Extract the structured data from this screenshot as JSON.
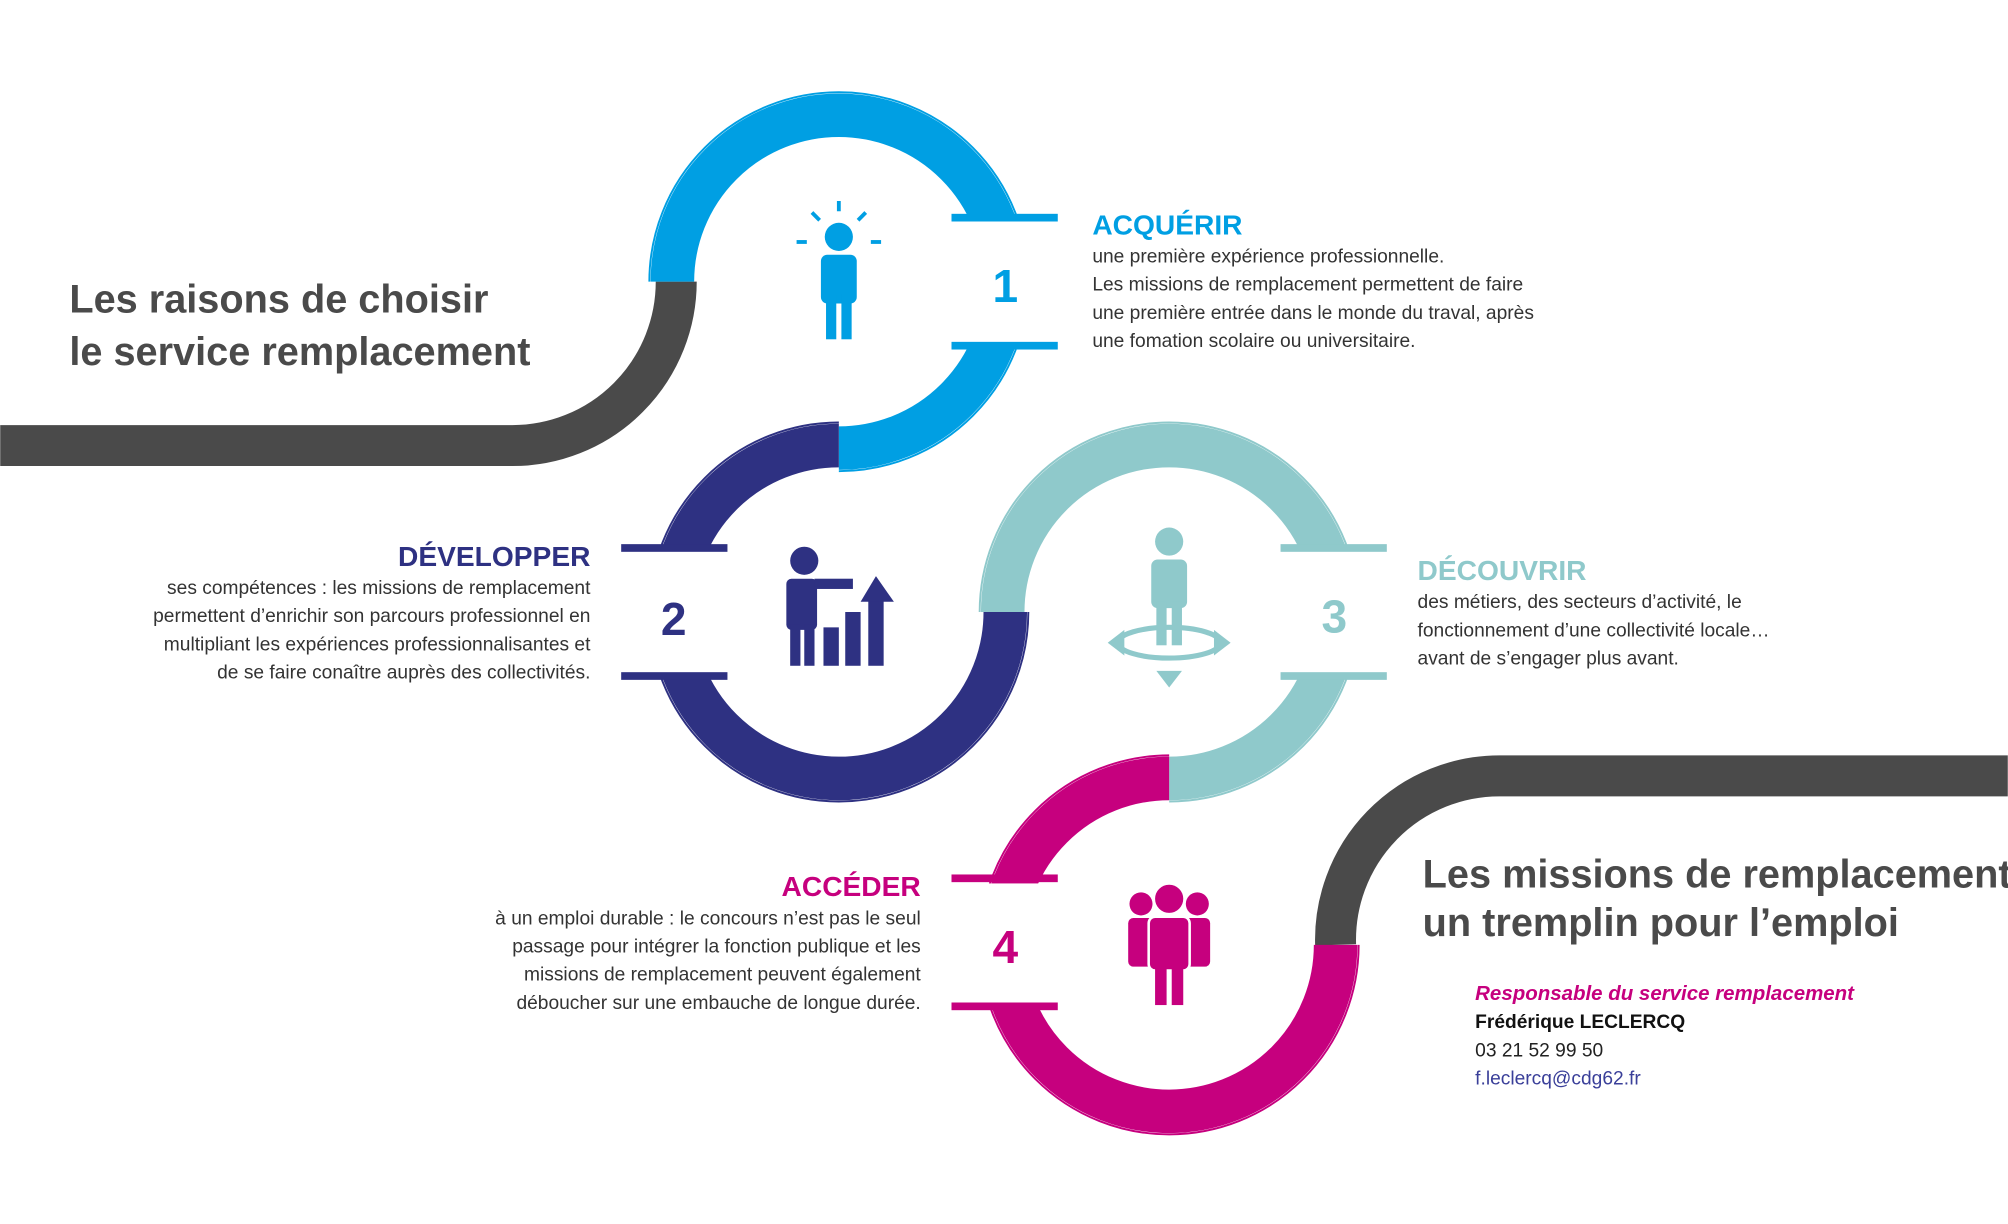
{
  "colors": {
    "blue": "#009fe3",
    "navy": "#2e3182",
    "teal": "#8fc9cb",
    "magenta": "#c6007e",
    "grey": "#4a4a4a"
  },
  "title_left": [
    "Les raisons de choisir",
    "le service remplacement"
  ],
  "title_right": [
    "Les missions de remplacement :",
    "un tremplin pour l’emploi"
  ],
  "steps": [
    {
      "number": "1",
      "icon": "idea-person-icon",
      "heading": "ACQUÉRIR",
      "lines": [
        "une première expérience professionnelle.",
        "Les missions de remplacement permettent de faire",
        "une première entrée dans le monde du traval, après",
        "une fomation scolaire ou universitaire."
      ]
    },
    {
      "number": "2",
      "icon": "growth-chart-person-icon",
      "heading": "DÉVELOPPER",
      "lines": [
        "ses compétences : les missions de remplacement",
        "permettent d’enrichir son parcours professionnel en",
        "multipliant les expériences professionnalisantes et",
        "de se faire conaître auprès des collectivités."
      ]
    },
    {
      "number": "3",
      "icon": "person-directions-icon",
      "heading": "DÉCOUVRIR",
      "lines": [
        "des métiers, des secteurs d’activité, le",
        "fonctionnement d’une collectivité locale…",
        "avant de s’engager plus avant."
      ]
    },
    {
      "number": "4",
      "icon": "team-icon",
      "heading": "ACCÉDER",
      "lines": [
        "à un emploi durable : le concours n’est pas le seul",
        "passage pour intégrer la fonction publique et les",
        "missions de remplacement peuvent également",
        "déboucher sur une embauche de longue durée."
      ]
    }
  ],
  "contact": {
    "role": "Responsable du service remplacement",
    "name": "Frédérique LECLERCQ",
    "phone": "03 21 52 99 50",
    "email": "f.leclercq@cdg62.fr"
  }
}
